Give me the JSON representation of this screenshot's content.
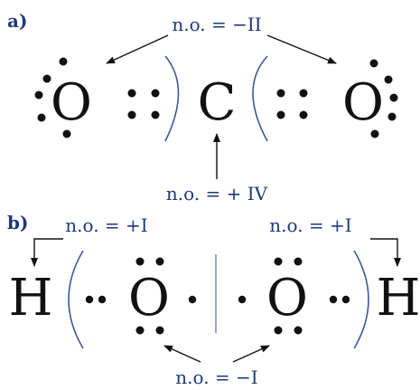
{
  "part_a": {
    "label": "a)",
    "atoms": {
      "left_o": "O",
      "c": "C",
      "right_o": "O"
    },
    "ox_oxygen": "n.o. = −II",
    "ox_carbon": "n.o. = + IV"
  },
  "part_b": {
    "label": "b)",
    "atoms": {
      "left_h": "H",
      "left_o": "O",
      "right_o": "O",
      "right_h": "H"
    },
    "ox_left_h": "n.o. = +I",
    "ox_right_h": "n.o. = +I",
    "ox_oxygen": "n.o. = −I"
  },
  "colors": {
    "label": "#1f3a78",
    "atom": "#111111",
    "bracket": "#3a5a99"
  }
}
